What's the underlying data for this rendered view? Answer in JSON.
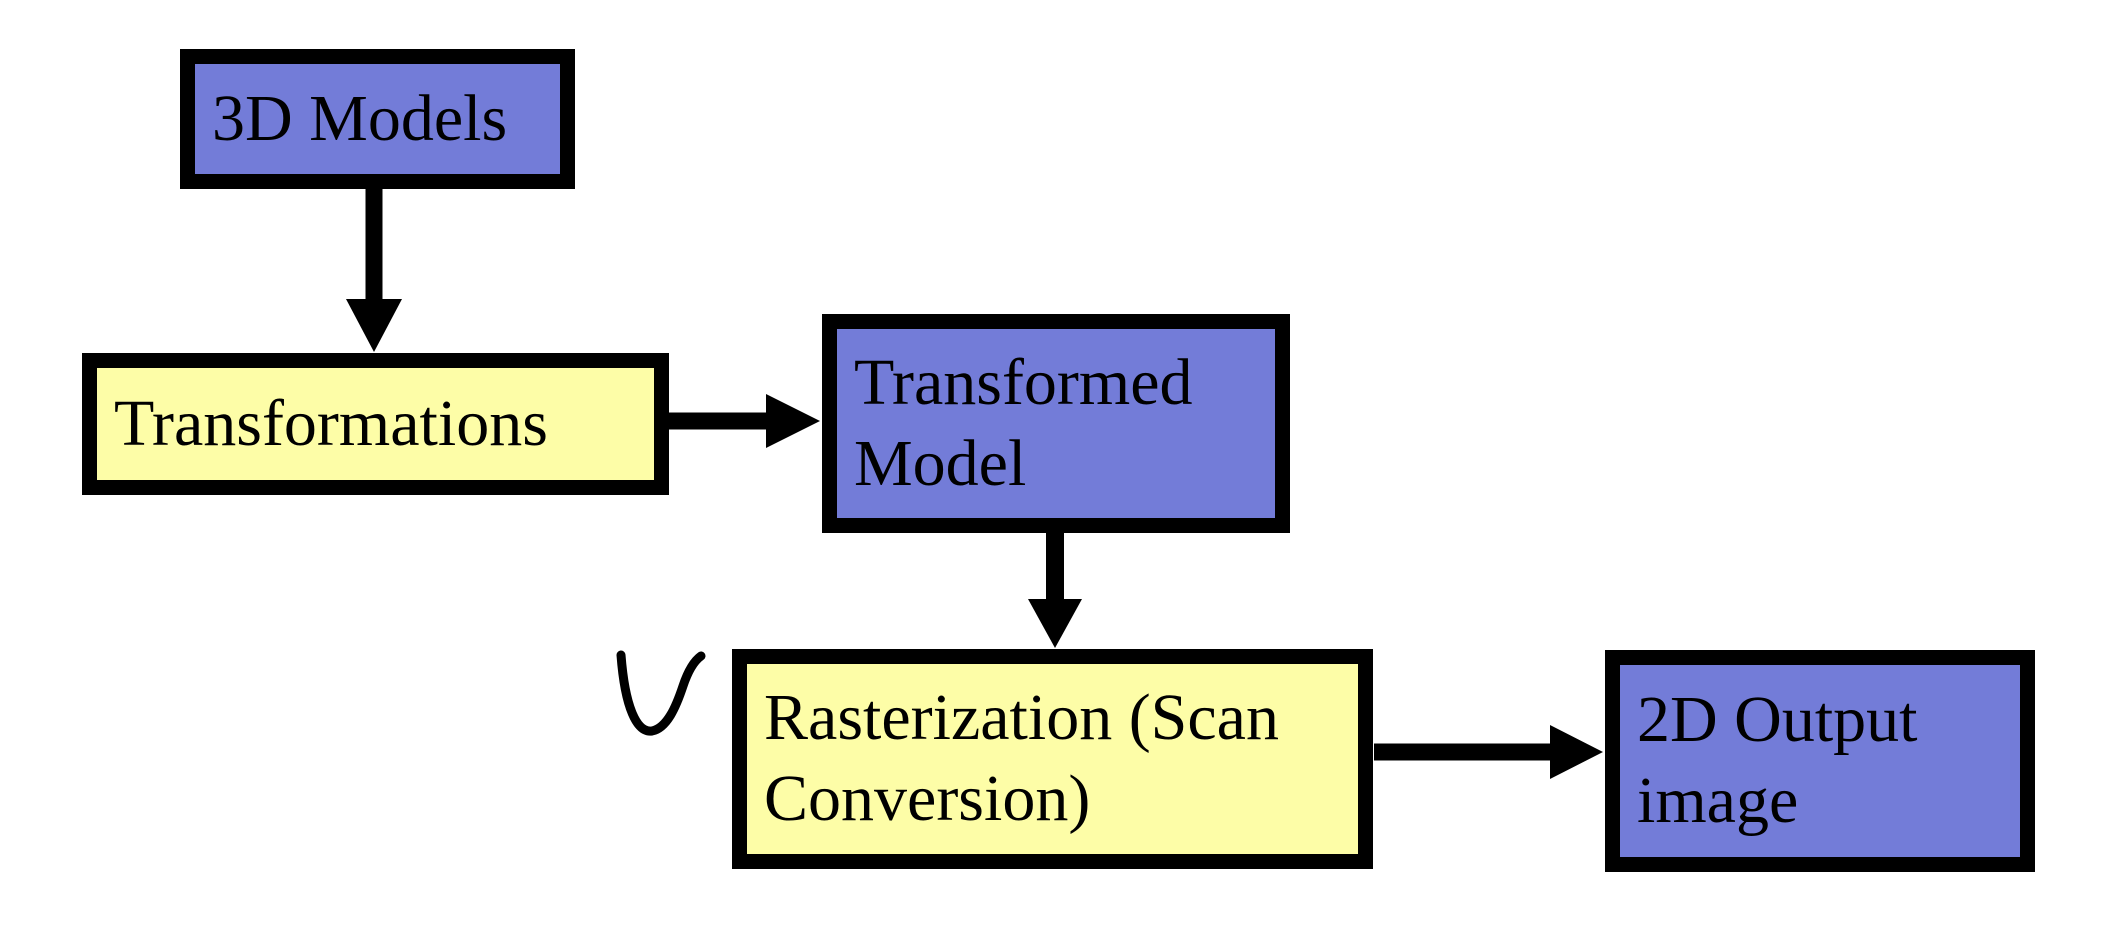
{
  "colors": {
    "node_blue": "#737CD8",
    "node_yellow": "#FDFDA7",
    "border": "#000000",
    "background": "#FFFFFF",
    "arrow": "#000000"
  },
  "nodes": [
    {
      "id": "3d-models",
      "label": "3D Models",
      "fill": "node_blue"
    },
    {
      "id": "transformations",
      "label": "Transformations",
      "fill": "node_yellow"
    },
    {
      "id": "transformed-model",
      "label": "Transformed Model",
      "fill": "node_blue"
    },
    {
      "id": "rasterization",
      "label": "Rasterization (Scan Conversion)",
      "fill": "node_yellow"
    },
    {
      "id": "2d-output-image",
      "label": "2D Output image",
      "fill": "node_blue"
    }
  ],
  "edges": [
    {
      "from": "3d-models",
      "to": "transformations",
      "direction": "down"
    },
    {
      "from": "transformations",
      "to": "transformed-model",
      "direction": "right"
    },
    {
      "from": "transformed-model",
      "to": "rasterization",
      "direction": "down"
    },
    {
      "from": "rasterization",
      "to": "2d-output-image",
      "direction": "right"
    }
  ],
  "annotations": [
    {
      "type": "handwritten-u-mark",
      "near": "rasterization"
    }
  ]
}
